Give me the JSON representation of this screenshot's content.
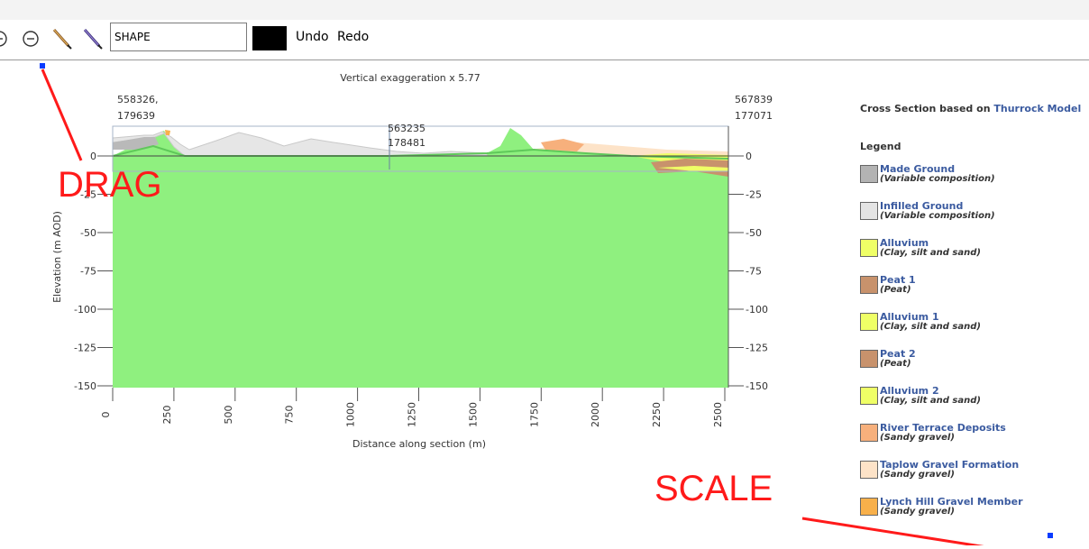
{
  "toolbar": {
    "shape_value": "SHAPE",
    "undo_label": "Undo",
    "redo_label": "Redo",
    "color_value": "#000000",
    "icons": [
      "zoom-in-icon",
      "zoom-out-icon",
      "pencil-icon",
      "pen-icon"
    ]
  },
  "section": {
    "vertical_exaggeration": "Vertical exaggeration x 5.77",
    "start_coords": [
      "558326,",
      "179639"
    ],
    "end_coords": [
      "567839",
      "177071"
    ],
    "mid_coords": [
      "563235",
      "178481"
    ],
    "y_label": "Elevation (m AOD)",
    "x_label": "Distance along section (m)",
    "y_ticks_left": [
      "0",
      "-25",
      "-50",
      "-75",
      "-100",
      "-125",
      "-150"
    ],
    "y_ticks_right": [
      "0",
      "-25",
      "-50",
      "-75",
      "-100",
      "-125",
      "-150"
    ],
    "x_ticks": [
      "0",
      "250",
      "500",
      "750",
      "1000",
      "1250",
      "1500",
      "1750",
      "2000",
      "2250",
      "2500"
    ]
  },
  "legend": {
    "title_prefix": "Cross Section based on",
    "title_link": "Thurrock Model",
    "heading": "Legend",
    "items": [
      {
        "name": "Made Ground",
        "desc": "(Variable composition)",
        "color": "#b3b3b3"
      },
      {
        "name": "Infilled Ground",
        "desc": "(Variable composition)",
        "color": "#e4e4e4"
      },
      {
        "name": "Alluvium",
        "desc": "(Clay, silt and sand)",
        "color": "#efff66"
      },
      {
        "name": "Peat 1",
        "desc": "(Peat)",
        "color": "#c8926c"
      },
      {
        "name": "Alluvium 1",
        "desc": "(Clay, silt and sand)",
        "color": "#efff66"
      },
      {
        "name": "Peat 2",
        "desc": "(Peat)",
        "color": "#c8926c"
      },
      {
        "name": "Alluvium 2",
        "desc": "(Clay, silt and sand)",
        "color": "#efff66"
      },
      {
        "name": "River Terrace Deposits",
        "desc": "(Sandy gravel)",
        "color": "#f7b07c"
      },
      {
        "name": "Taplow Gravel Formation",
        "desc": "(Sandy gravel)",
        "color": "#fde3c8"
      },
      {
        "name": "Lynch Hill Gravel Member",
        "desc": "(Sandy gravel)",
        "color": "#f8b04a"
      }
    ]
  },
  "annotations": {
    "drag": "DRAG",
    "scale": "SCALE"
  },
  "colors": {
    "bedrock": "#8ff07f",
    "ground_line": "#5fc85a",
    "annotation": "#ff1a1a",
    "handle": "#0a3cff"
  }
}
